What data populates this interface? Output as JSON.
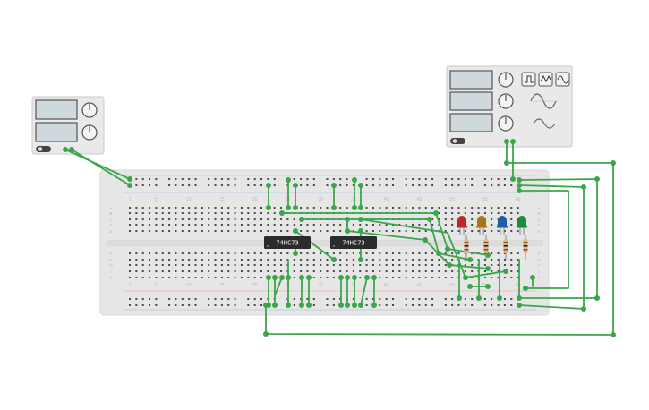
{
  "canvas_background": "#ffffff",
  "colors": {
    "wire": "#3aa64a",
    "breadboard": "#e6e6e6",
    "instrument_body": "#e9e9e9",
    "display": "#cfd8dc",
    "chip": "#2b2b2b"
  },
  "power_supply": {
    "knob_labels": [
      "",
      ""
    ],
    "switch_icon": "power-switch-icon"
  },
  "function_generator": {
    "waveforms": [
      "square-wave-icon",
      "triangle-wave-icon",
      "sine-wave-icon"
    ]
  },
  "breadboard": {
    "column_numbers": [
      "1",
      "5",
      "10",
      "15",
      "20",
      "25",
      "30",
      "35",
      "40",
      "45",
      "50",
      "55",
      "60"
    ],
    "row_letters_top": [
      "A",
      "B",
      "C",
      "D",
      "E"
    ],
    "row_letters_bottom": [
      "F",
      "G",
      "H",
      "I",
      "J"
    ]
  },
  "chips": [
    {
      "label": "74HC73"
    },
    {
      "label": "74HC73"
    }
  ],
  "leds": [
    {
      "color": "#c0262d"
    },
    {
      "color": "#a8741a"
    },
    {
      "color": "#1f5fa8"
    },
    {
      "color": "#1f8a3a"
    }
  ],
  "resistor_count": 4
}
